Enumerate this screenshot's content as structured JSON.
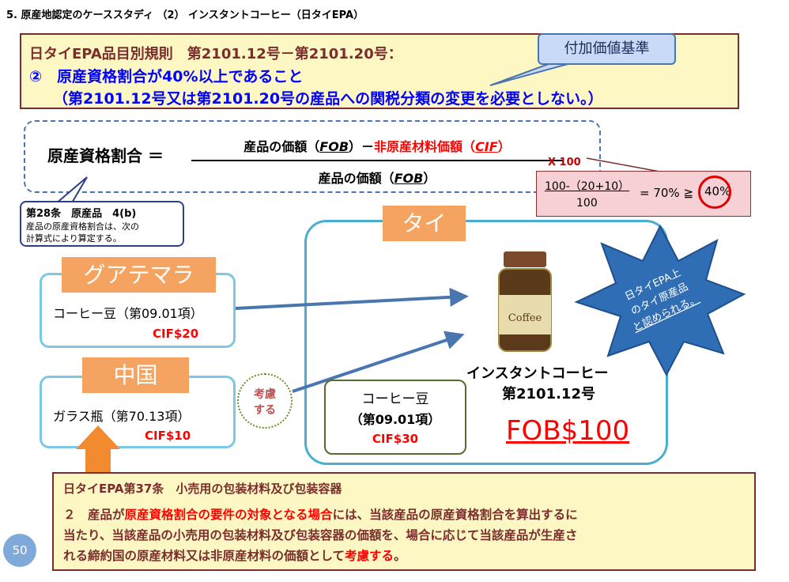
{
  "header": {
    "title": "5. 原産地認定のケーススタディ （2） インスタントコーヒー（日タイEPA）"
  },
  "rule": {
    "line1": "日タイEPA品目別規則　第2101.12号－第2101.20号：",
    "line2": "②　原産資格割合が40%以上であること",
    "line3": "（第2101.12号又は第2101.20号の産品への関税分類の変更を必要としない。）"
  },
  "callout": {
    "label": "付加価値基準"
  },
  "formula": {
    "left": "原産資格割合 ＝",
    "num_a": "産品の価額（",
    "fob": "FOB",
    "num_b": "）－",
    "num_c": "非原産材料価額（",
    "cif": "CIF",
    "num_d": "）",
    "den_a": "産品の価額（",
    "den_b": "）",
    "x100": "X 100"
  },
  "calc": {
    "num": "100-（20+10）",
    "den": "100",
    "eq": "= 70% ≧",
    "target": "40%"
  },
  "article28": {
    "title": "第28条　原産品　4(b)",
    "body1": "産品の原産資格割合は、次の",
    "body2": "計算式により算定する。"
  },
  "thai": {
    "label": "タイ",
    "product1": "インスタントコーヒー",
    "product2": "第2101.12号",
    "fob": "FOB$100"
  },
  "guatemala": {
    "label": "グアテマラ",
    "item": "コーヒー豆（第09.01項）",
    "price": "CIF$20"
  },
  "china": {
    "label": "中国",
    "item": "ガラス瓶（第70.13項）",
    "price": "CIF$10"
  },
  "consider": {
    "line1": "考慮",
    "line2": "する"
  },
  "thaibean": {
    "line1": "コーヒー豆",
    "line2": "（第09.01項）",
    "price": "CIF$30"
  },
  "star": {
    "line1": "日タイEPA上",
    "line2": "のタイ原産品",
    "line3": "と認められる。"
  },
  "jar": {
    "label": "Coffee"
  },
  "article37": {
    "title": "日タイEPA第37条　小売用の包装材料及び包装容器",
    "p1a": "２　産品が",
    "p1b": "原産資格割合の要件の対象となる場合",
    "p1c": "には、当該産品の原産資格割合を算出するに",
    "p2": "当たり、当該産品の小売用の包装材料及び包装容器の価額を、場合に応じて当該産品が生産さ",
    "p3a": "れる締約国の原産材料又は非原産材料の価額として",
    "p3b": "考慮する",
    "p3c": "。"
  },
  "page": {
    "number": "50"
  },
  "colors": {
    "accent_red": "#ff0000",
    "blue": "#0000ff",
    "rule_border": "#7b2c2c",
    "thai_border": "#4aaed0",
    "star": "#2f6db5",
    "flag": "#f4a460"
  }
}
